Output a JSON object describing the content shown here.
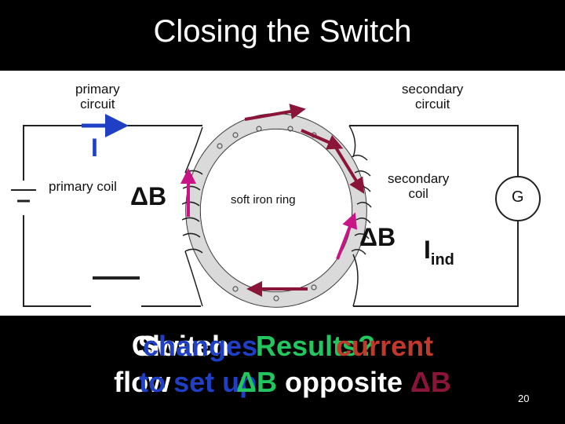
{
  "slide": {
    "title": "Closing the Switch",
    "page_number": "20"
  },
  "diagram": {
    "labels": {
      "primary_circuit": "primary\ncircuit",
      "secondary_circuit": "secondary\ncircuit",
      "primary_coil": "primary coil",
      "soft_iron_ring": "soft iron ring",
      "secondary_coil": "secondary\ncoil",
      "galvanometer": "G"
    },
    "annotations": {
      "current": "I",
      "delta_b_left": "ΔB",
      "delta_b_right": "ΔB",
      "induced_current_main": "I",
      "induced_current_sub": "ind"
    },
    "colors": {
      "current_arrow": "#1f3fc4",
      "flux_arrow": "#8a1538",
      "delta_b_arrow": "#c71585",
      "ring": "#d4d4d4"
    }
  },
  "caption": {
    "line1_white_a": "Close",
    "line1_white_b": "Switch",
    "line1_blue": "changes",
    "line1_green": "Results?",
    "line1_red": "current",
    "line2_white_a": "flow",
    "line2_blue": "to set up",
    "line2_green": "ΔB",
    "line2_white_b": "opposite",
    "line2_red": "ΔB"
  }
}
